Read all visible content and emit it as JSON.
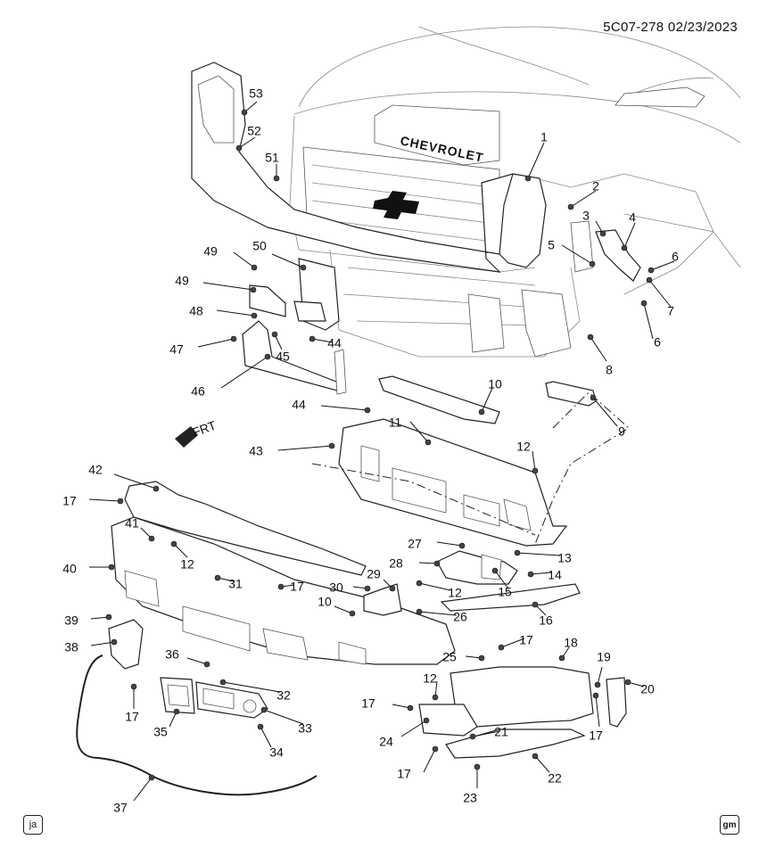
{
  "header": {
    "doc_id": "5C07-278 02/23/2023"
  },
  "badges": {
    "left": "ja",
    "right": "gm"
  },
  "vehicle": {
    "grille_brand_text": "CHEVROLET"
  },
  "orientation": {
    "direction_text": "FRT",
    "icon": "front-direction-arrow-icon"
  },
  "callouts": [
    {
      "id": "1",
      "label": "1"
    },
    {
      "id": "2",
      "label": "2"
    },
    {
      "id": "3",
      "label": "3"
    },
    {
      "id": "4",
      "label": "4"
    },
    {
      "id": "5",
      "label": "5"
    },
    {
      "id": "6a",
      "label": "6"
    },
    {
      "id": "6b",
      "label": "6"
    },
    {
      "id": "7",
      "label": "7"
    },
    {
      "id": "8",
      "label": "8"
    },
    {
      "id": "9",
      "label": "9"
    },
    {
      "id": "10a",
      "label": "10"
    },
    {
      "id": "10b",
      "label": "10"
    },
    {
      "id": "11",
      "label": "11"
    },
    {
      "id": "12a",
      "label": "12"
    },
    {
      "id": "12b",
      "label": "12"
    },
    {
      "id": "12c",
      "label": "12"
    },
    {
      "id": "12d",
      "label": "12"
    },
    {
      "id": "13",
      "label": "13"
    },
    {
      "id": "14",
      "label": "14"
    },
    {
      "id": "15",
      "label": "15"
    },
    {
      "id": "16",
      "label": "16"
    },
    {
      "id": "17a",
      "label": "17"
    },
    {
      "id": "17b",
      "label": "17"
    },
    {
      "id": "17c",
      "label": "17"
    },
    {
      "id": "17d",
      "label": "17"
    },
    {
      "id": "17e",
      "label": "17"
    },
    {
      "id": "17f",
      "label": "17"
    },
    {
      "id": "17g",
      "label": "17"
    },
    {
      "id": "18",
      "label": "18"
    },
    {
      "id": "19",
      "label": "19"
    },
    {
      "id": "20",
      "label": "20"
    },
    {
      "id": "21",
      "label": "21"
    },
    {
      "id": "22",
      "label": "22"
    },
    {
      "id": "23",
      "label": "23"
    },
    {
      "id": "24",
      "label": "24"
    },
    {
      "id": "25",
      "label": "25"
    },
    {
      "id": "26",
      "label": "26"
    },
    {
      "id": "27",
      "label": "27"
    },
    {
      "id": "28",
      "label": "28"
    },
    {
      "id": "29",
      "label": "29"
    },
    {
      "id": "30",
      "label": "30"
    },
    {
      "id": "31",
      "label": "31"
    },
    {
      "id": "32",
      "label": "32"
    },
    {
      "id": "33",
      "label": "33"
    },
    {
      "id": "34",
      "label": "34"
    },
    {
      "id": "35",
      "label": "35"
    },
    {
      "id": "36",
      "label": "36"
    },
    {
      "id": "37",
      "label": "37"
    },
    {
      "id": "38",
      "label": "38"
    },
    {
      "id": "39",
      "label": "39"
    },
    {
      "id": "40",
      "label": "40"
    },
    {
      "id": "41",
      "label": "41"
    },
    {
      "id": "42",
      "label": "42"
    },
    {
      "id": "43",
      "label": "43"
    },
    {
      "id": "44a",
      "label": "44"
    },
    {
      "id": "44b",
      "label": "44"
    },
    {
      "id": "45",
      "label": "45"
    },
    {
      "id": "46",
      "label": "46"
    },
    {
      "id": "47",
      "label": "47"
    },
    {
      "id": "48",
      "label": "48"
    },
    {
      "id": "49a",
      "label": "49"
    },
    {
      "id": "49b",
      "label": "49"
    },
    {
      "id": "50",
      "label": "50"
    },
    {
      "id": "51",
      "label": "51"
    },
    {
      "id": "52",
      "label": "52"
    },
    {
      "id": "53",
      "label": "53"
    }
  ]
}
